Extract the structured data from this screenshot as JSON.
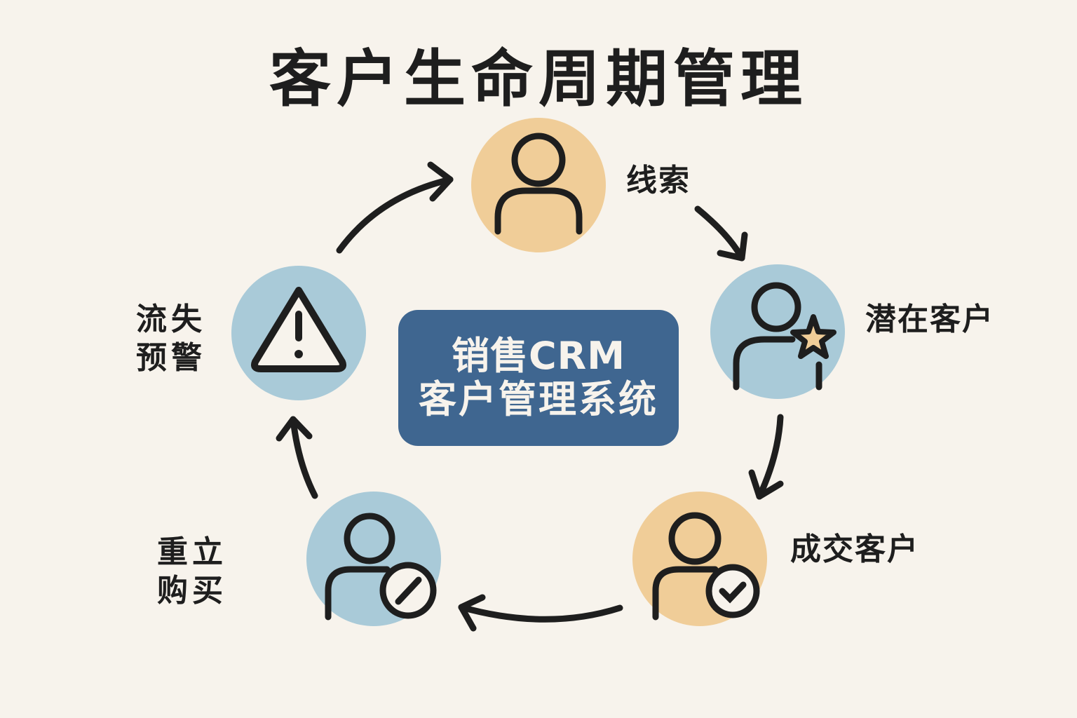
{
  "title": "客户生命周期管理",
  "center": {
    "line1": "销售CRM",
    "line2": "客户管理系统"
  },
  "stages": [
    {
      "id": "lead",
      "label": "线索",
      "icon": "person-icon",
      "color": "#f0cd98"
    },
    {
      "id": "prospect",
      "label": "潜在客户",
      "icon": "person-star-icon",
      "color": "#a9cad8"
    },
    {
      "id": "customer",
      "label": "成交客户",
      "icon": "person-check-icon",
      "color": "#f0cd98"
    },
    {
      "id": "repurchase",
      "label_line1": "重立",
      "label_line2": "购买",
      "icon": "person-edit-icon",
      "color": "#a9cad8"
    },
    {
      "id": "churn",
      "label_line1": "流失",
      "label_line2": "预警",
      "icon": "warning-icon",
      "color": "#a9cad8"
    }
  ],
  "colors": {
    "background": "#f7f3ec",
    "accent_blue": "#3f6690",
    "stroke": "#1e1e1e",
    "star_fill": "#f0cd98"
  }
}
